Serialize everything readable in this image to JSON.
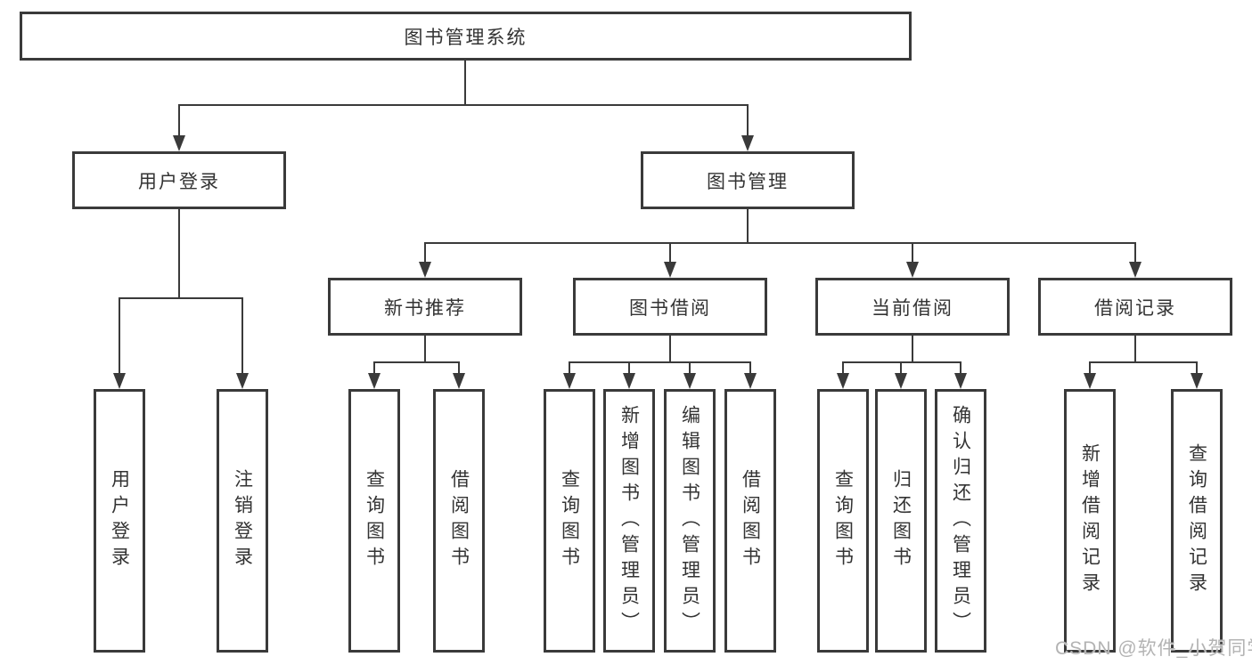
{
  "colors": {
    "line": "#3a3a3a",
    "text": "#333333",
    "watermark": "#b3b3b3",
    "background": "#ffffff"
  },
  "watermark": {
    "text": "CSDN @软件_小贺同学"
  },
  "tree": {
    "root": {
      "label": "图书管理系统",
      "children": [
        {
          "label": "用户登录",
          "children": [
            {
              "label": "用户登录"
            },
            {
              "label": "注销登录"
            }
          ]
        },
        {
          "label": "图书管理",
          "children": [
            {
              "label": "新书推荐",
              "children": [
                {
                  "label": "查询图书"
                },
                {
                  "label": "借阅图书"
                }
              ]
            },
            {
              "label": "图书借阅",
              "children": [
                {
                  "label": "查询图书"
                },
                {
                  "label": "新增图书（管理员）"
                },
                {
                  "label": "编辑图书（管理员）"
                },
                {
                  "label": "借阅图书"
                }
              ]
            },
            {
              "label": "当前借阅",
              "children": [
                {
                  "label": "查询图书"
                },
                {
                  "label": "归还图书"
                },
                {
                  "label": "确认归还（管理员）"
                }
              ]
            },
            {
              "label": "借阅记录",
              "children": [
                {
                  "label": "新增借阅记录"
                },
                {
                  "label": "查询借阅记录"
                }
              ]
            }
          ]
        }
      ]
    }
  }
}
